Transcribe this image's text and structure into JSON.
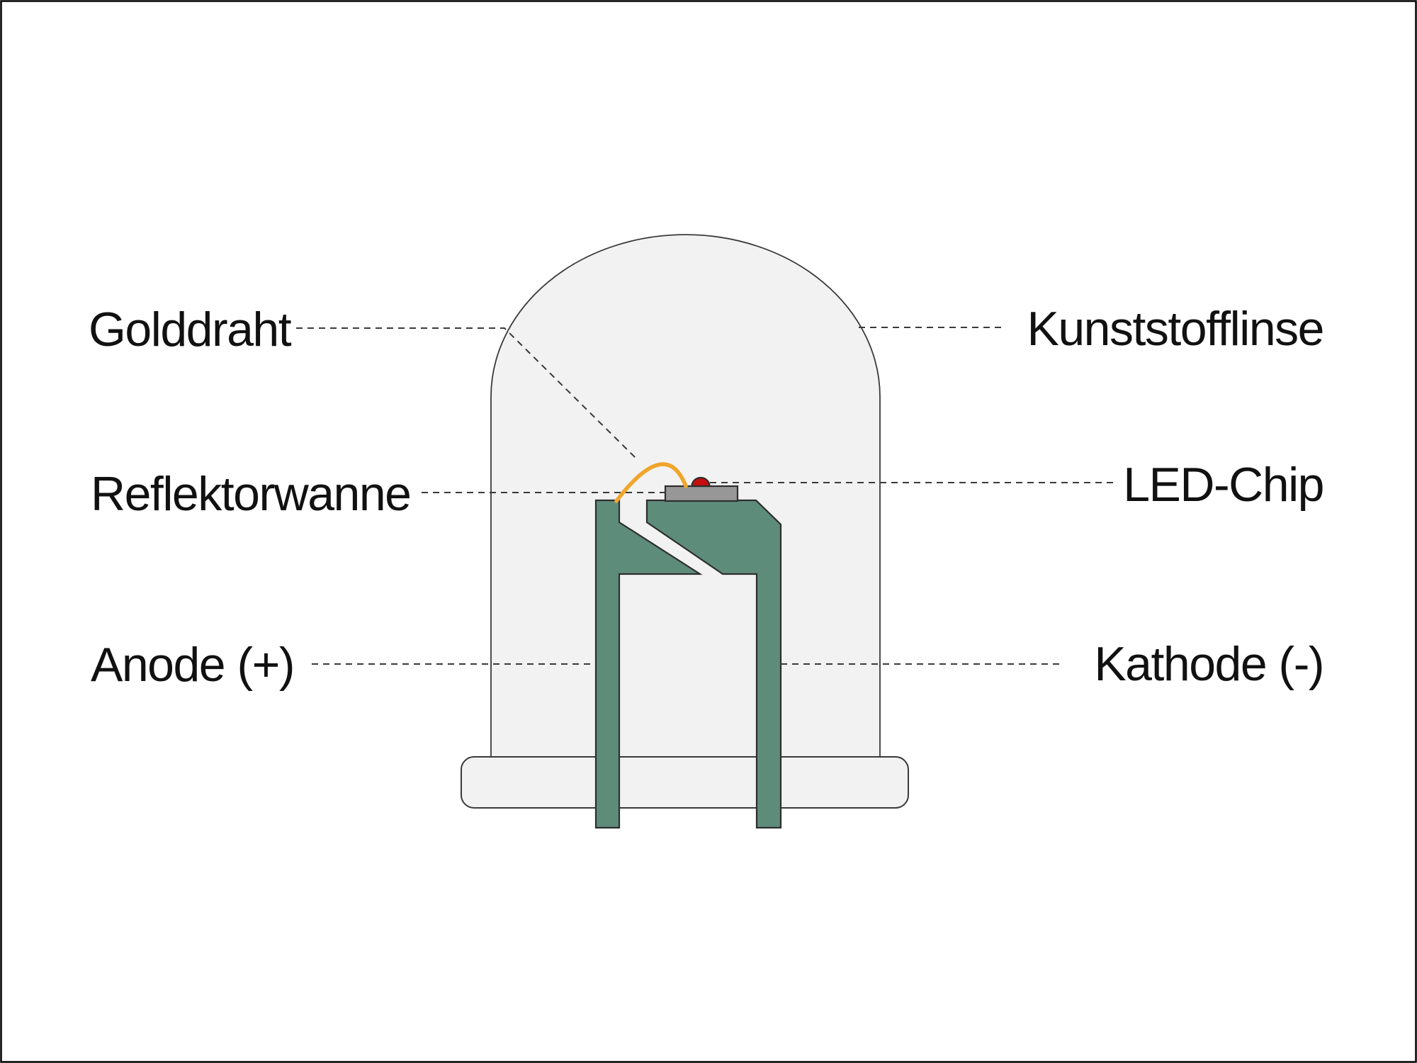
{
  "labels": {
    "gold_wire": "Golddraht",
    "plastic_lens": "Kunststofflinse",
    "reflector_cup": "Reflektorwanne",
    "led_chip": "LED-Chip",
    "anode": "Anode (+)",
    "cathode": "Kathode (-)"
  },
  "colors": {
    "lead_metal": "#5E8C7B",
    "reflector_plate": "#979797",
    "chip": "#C60D0D",
    "wire": "#F0A62B",
    "lens_fill": "#F2F2F2",
    "outline": "#2E2E2E",
    "leader_line": "#3A3A3A",
    "text": "#111111",
    "background": "#FFFFFF",
    "border": "#000000"
  }
}
